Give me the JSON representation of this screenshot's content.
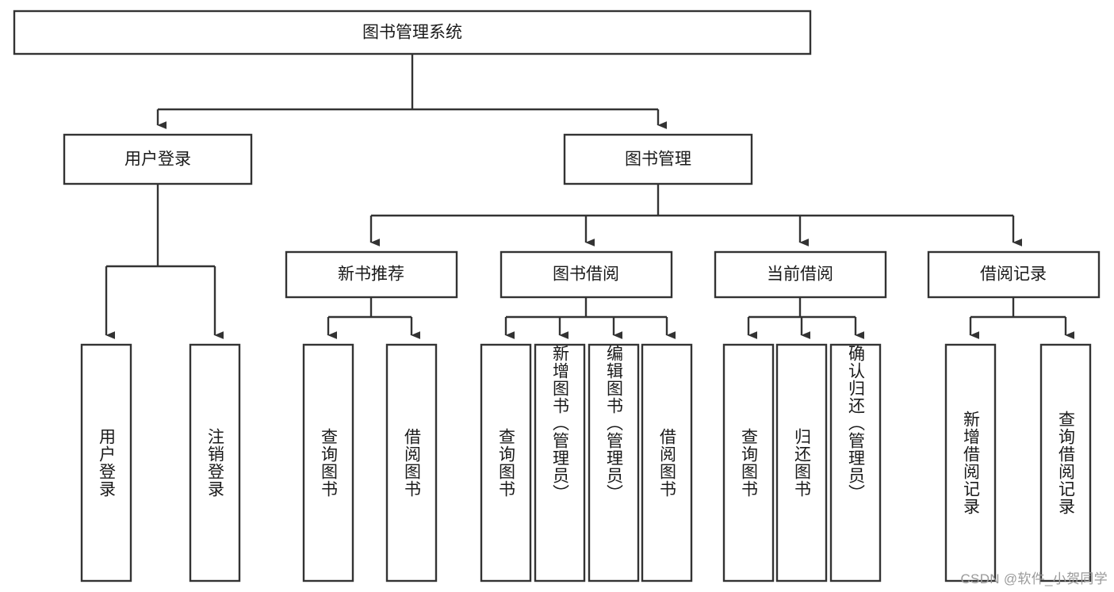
{
  "diagram": {
    "type": "tree-hierarchy",
    "title": "图书管理系统",
    "orientation": "top-down",
    "colors": {
      "background": "#ffffff",
      "box_fill": "#ffffff",
      "box_stroke": "#333333",
      "text": "#1a1a1a",
      "watermark": "#9a9a9a"
    },
    "root": {
      "label": "图书管理系统",
      "text_direction": "horizontal"
    },
    "level2": [
      {
        "label": "用户登录",
        "text_direction": "horizontal"
      },
      {
        "label": "图书管理",
        "text_direction": "horizontal"
      }
    ],
    "level3": [
      {
        "label": "新书推荐",
        "text_direction": "horizontal",
        "parent": "图书管理"
      },
      {
        "label": "图书借阅",
        "text_direction": "horizontal",
        "parent": "图书管理"
      },
      {
        "label": "当前借阅",
        "text_direction": "horizontal",
        "parent": "图书管理"
      },
      {
        "label": "借阅记录",
        "text_direction": "horizontal",
        "parent": "图书管理"
      }
    ],
    "leaves": {
      "user_login": [
        {
          "label": "用户登录",
          "text_direction": "vertical"
        },
        {
          "label": "注销登录",
          "text_direction": "vertical"
        }
      ],
      "new_book_recommend": [
        {
          "label": "查询图书",
          "text_direction": "vertical"
        },
        {
          "label": "借阅图书",
          "text_direction": "vertical"
        }
      ],
      "book_borrow": [
        {
          "label": "查询图书",
          "text_direction": "vertical"
        },
        {
          "label": "新增图书（管理员）",
          "text_direction": "vertical"
        },
        {
          "label": "编辑图书（管理员）",
          "text_direction": "vertical"
        },
        {
          "label": "借阅图书",
          "text_direction": "vertical"
        }
      ],
      "current_borrow": [
        {
          "label": "查询图书",
          "text_direction": "vertical"
        },
        {
          "label": "归还图书",
          "text_direction": "vertical"
        },
        {
          "label": "确认归还（管理员）",
          "text_direction": "vertical"
        }
      ],
      "borrow_record": [
        {
          "label": "新增借阅记录",
          "text_direction": "vertical"
        },
        {
          "label": "查询借阅记录",
          "text_direction": "vertical"
        }
      ]
    }
  },
  "watermark": {
    "text": "CSDN @软件_小贺同学"
  }
}
